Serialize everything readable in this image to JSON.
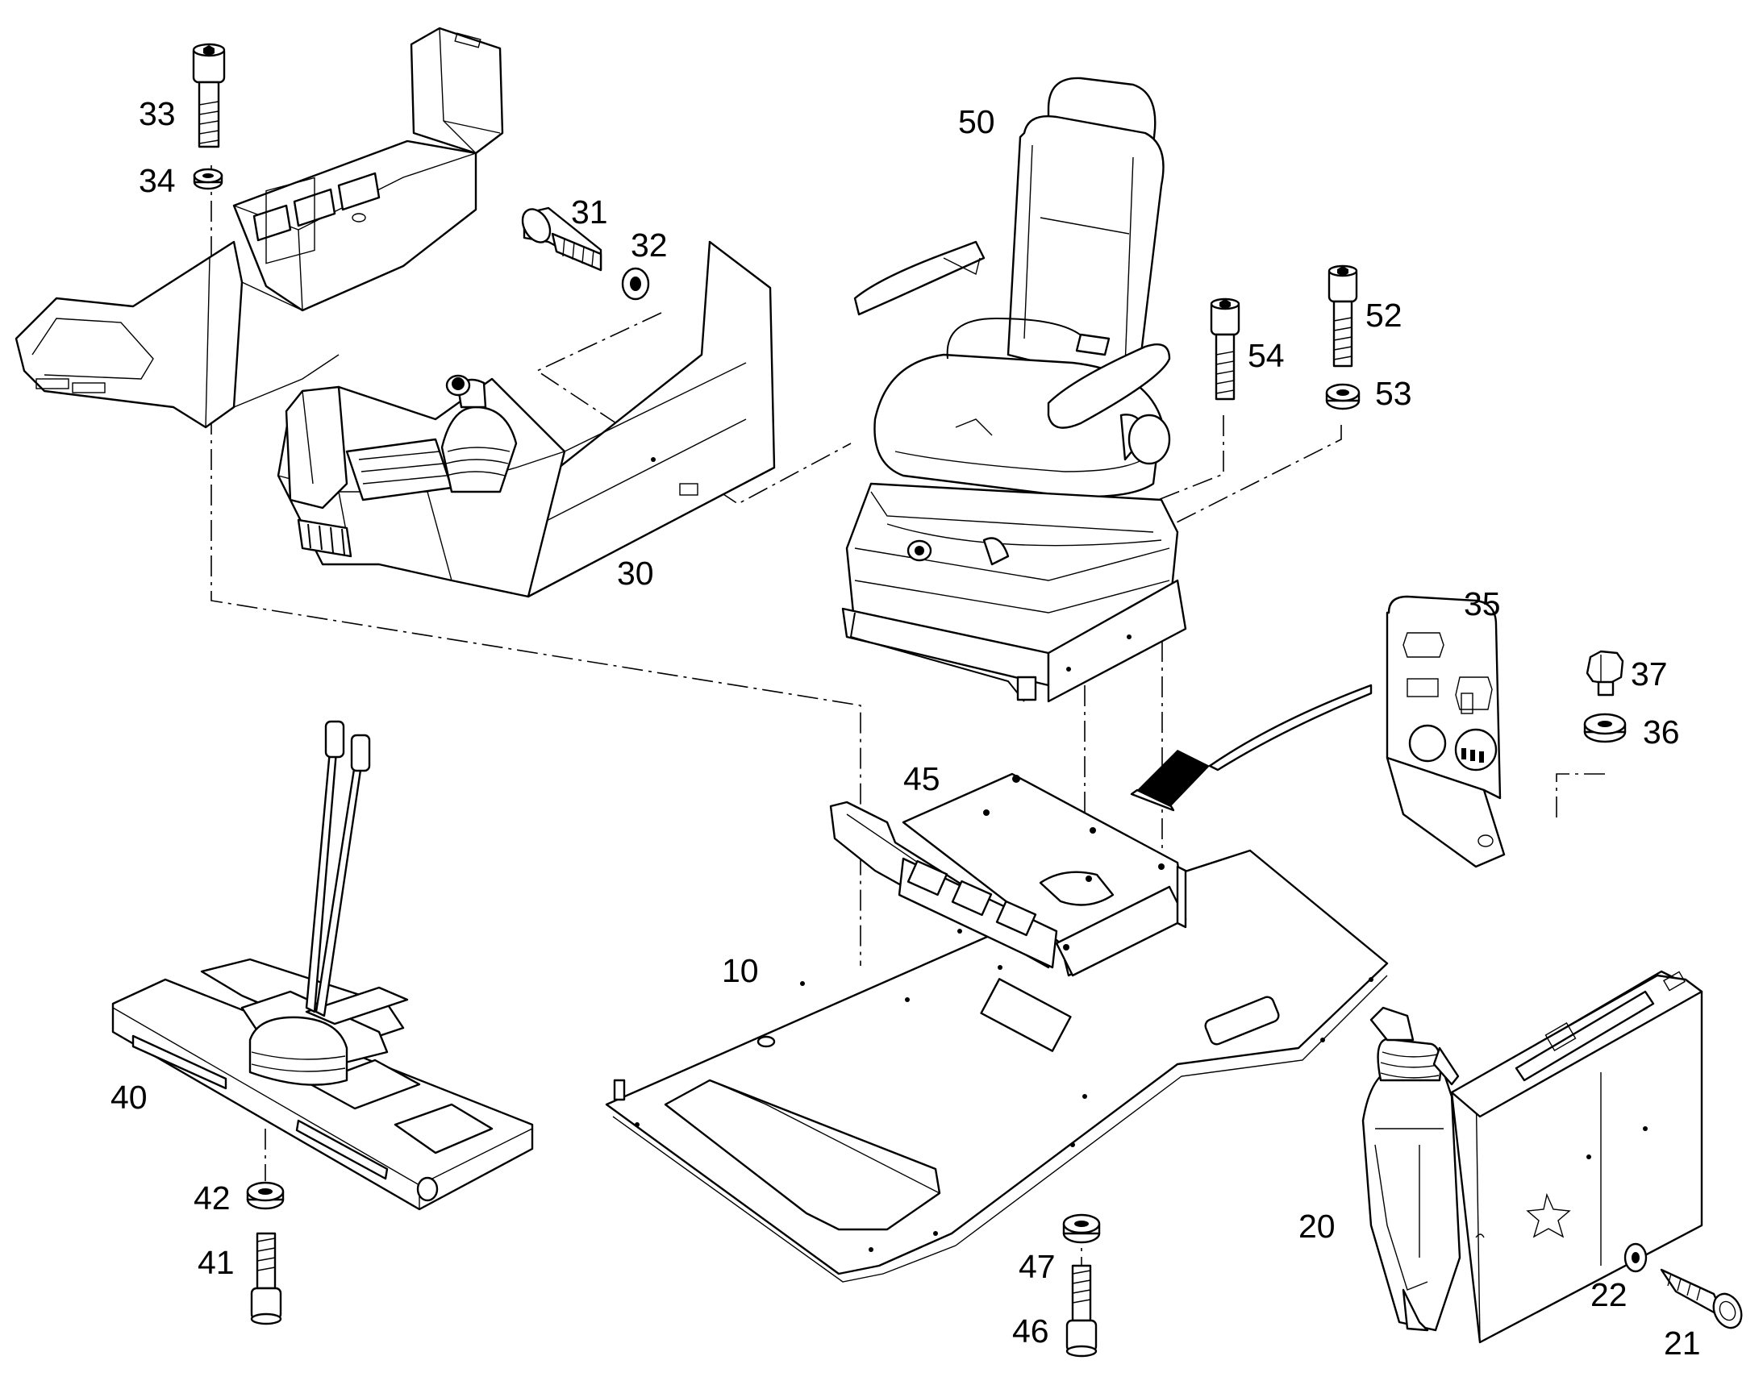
{
  "diagram": {
    "callouts": [
      {
        "id": "33",
        "label": "33"
      },
      {
        "id": "34",
        "label": "34"
      },
      {
        "id": "31",
        "label": "31"
      },
      {
        "id": "32",
        "label": "32"
      },
      {
        "id": "50",
        "label": "50"
      },
      {
        "id": "54",
        "label": "54"
      },
      {
        "id": "52",
        "label": "52"
      },
      {
        "id": "53",
        "label": "53"
      },
      {
        "id": "30",
        "label": "30"
      },
      {
        "id": "35",
        "label": "35"
      },
      {
        "id": "37",
        "label": "37"
      },
      {
        "id": "36",
        "label": "36"
      },
      {
        "id": "45",
        "label": "45"
      },
      {
        "id": "10",
        "label": "10"
      },
      {
        "id": "40",
        "label": "40"
      },
      {
        "id": "42",
        "label": "42"
      },
      {
        "id": "41",
        "label": "41"
      },
      {
        "id": "47",
        "label": "47"
      },
      {
        "id": "46",
        "label": "46"
      },
      {
        "id": "20",
        "label": "20"
      },
      {
        "id": "22",
        "label": "22"
      },
      {
        "id": "21",
        "label": "21"
      }
    ],
    "parts": [
      {
        "id": "10",
        "name": "floor-plate"
      },
      {
        "id": "20",
        "name": "right-control-console"
      },
      {
        "id": "30",
        "name": "left-control-console"
      },
      {
        "id": "35",
        "name": "switch-panel"
      },
      {
        "id": "40",
        "name": "travel-pedal-assembly"
      },
      {
        "id": "45",
        "name": "seat-bracket"
      },
      {
        "id": "50",
        "name": "operator-seat"
      }
    ]
  }
}
